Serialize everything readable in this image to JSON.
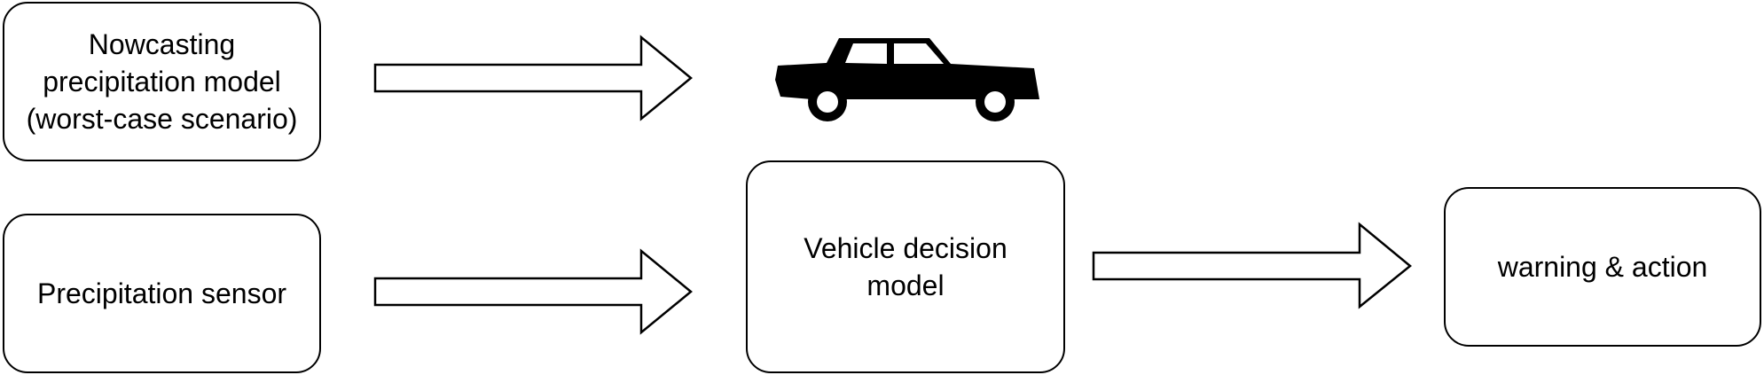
{
  "diagram": {
    "nodes": [
      {
        "id": "nowcasting",
        "lines": [
          "Nowcasting",
          "precipitation model",
          "(worst-case scenario)"
        ]
      },
      {
        "id": "sensor",
        "lines": [
          "Precipitation sensor"
        ]
      },
      {
        "id": "vehicle",
        "lines": [
          "Vehicle decision",
          "model"
        ]
      },
      {
        "id": "warning",
        "lines": [
          "warning & action"
        ]
      }
    ],
    "edges": [
      {
        "from": "nowcasting",
        "to": "vehicle"
      },
      {
        "from": "sensor",
        "to": "vehicle"
      },
      {
        "from": "vehicle",
        "to": "warning"
      }
    ],
    "icons": [
      "car-icon"
    ],
    "colors": {
      "stroke": "#000000",
      "fill": "#ffffff",
      "icon": "#000000"
    }
  }
}
